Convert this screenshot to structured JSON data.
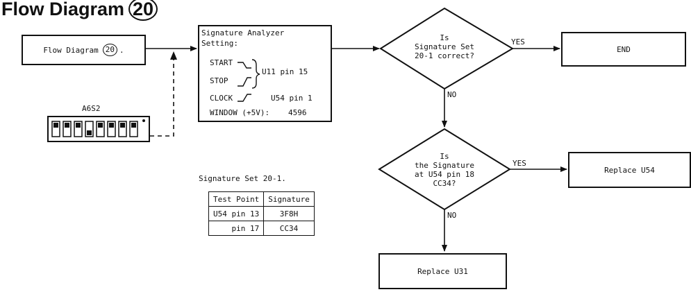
{
  "page": {
    "title_text": "Flow Diagram",
    "title_number": "20"
  },
  "flow_ref": {
    "label": "Flow Diagram",
    "number": "20",
    "suffix": "."
  },
  "analyzer": {
    "heading_line1": "Signature Analyzer",
    "heading_line2": "Setting:",
    "start": "START",
    "stop": "STOP",
    "clock": "CLOCK",
    "window": "WINDOW (+5V):",
    "start_stop_pin": "U11 pin 15",
    "clock_pin": "U54 pin 1",
    "window_value": "4596"
  },
  "switch": {
    "label": "A6S2"
  },
  "decision1": {
    "line1": "Is",
    "line2": "Signature Set",
    "line3": "20-1 correct?",
    "yes": "YES",
    "no": "NO"
  },
  "end_box": {
    "label": "END"
  },
  "decision2": {
    "line1": "Is",
    "line2": "the Signature",
    "line3": "at U54 pin 18",
    "line4": "CC34?",
    "yes": "YES",
    "no": "NO"
  },
  "replace_u54": {
    "label": "Replace U54"
  },
  "replace_u31": {
    "label": "Replace U31"
  },
  "signature_set": {
    "caption": "Signature Set 20-1.",
    "headers": [
      "Test Point",
      "Signature"
    ],
    "rows": [
      [
        "U54 pin 13",
        "3F8H"
      ],
      [
        "pin 17",
        "CC34"
      ]
    ]
  }
}
